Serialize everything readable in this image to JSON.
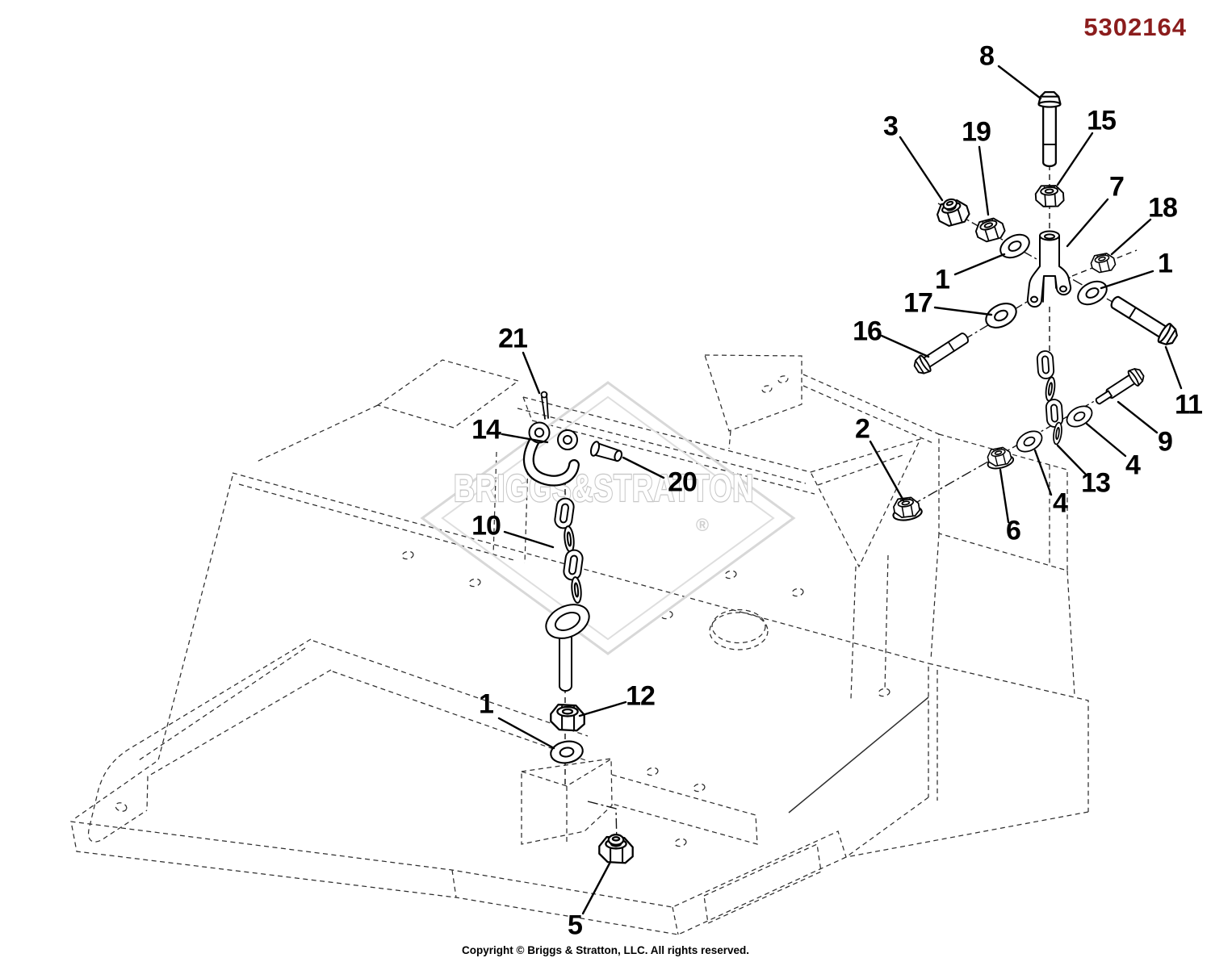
{
  "page": {
    "doc_number": "5302164",
    "doc_number_color": "#8b1d1d"
  },
  "watermark": {
    "brand": "BRIGGS&STRATTON",
    "registered": "®"
  },
  "footer": {
    "copyright": "Copyright © Briggs & Stratton, LLC. All rights reserved."
  },
  "callouts": [
    {
      "label": "8",
      "part": "hex-bolt"
    },
    {
      "label": "3",
      "part": "lock-nut"
    },
    {
      "label": "19",
      "part": "hex-nut"
    },
    {
      "label": "15",
      "part": "hex-nut"
    },
    {
      "label": "7",
      "part": "clevis"
    },
    {
      "label": "18",
      "part": "hex-nut"
    },
    {
      "label": "1",
      "part": "washer"
    },
    {
      "label": "1",
      "part": "washer"
    },
    {
      "label": "17",
      "part": "washer"
    },
    {
      "label": "16",
      "part": "hex-bolt"
    },
    {
      "label": "11",
      "part": "hex-bolt"
    },
    {
      "label": "9",
      "part": "hex-bolt"
    },
    {
      "label": "4",
      "part": "washer"
    },
    {
      "label": "13",
      "part": "chain"
    },
    {
      "label": "4",
      "part": "washer"
    },
    {
      "label": "6",
      "part": "flange-nut"
    },
    {
      "label": "2",
      "part": "flange-nut"
    },
    {
      "label": "21",
      "part": "cotter-pin"
    },
    {
      "label": "14",
      "part": "shackle"
    },
    {
      "label": "20",
      "part": "clevis-pin"
    },
    {
      "label": "10",
      "part": "chain"
    },
    {
      "label": "12",
      "part": "hex-nut"
    },
    {
      "label": "1",
      "part": "washer"
    },
    {
      "label": "5",
      "part": "lock-nut"
    }
  ]
}
